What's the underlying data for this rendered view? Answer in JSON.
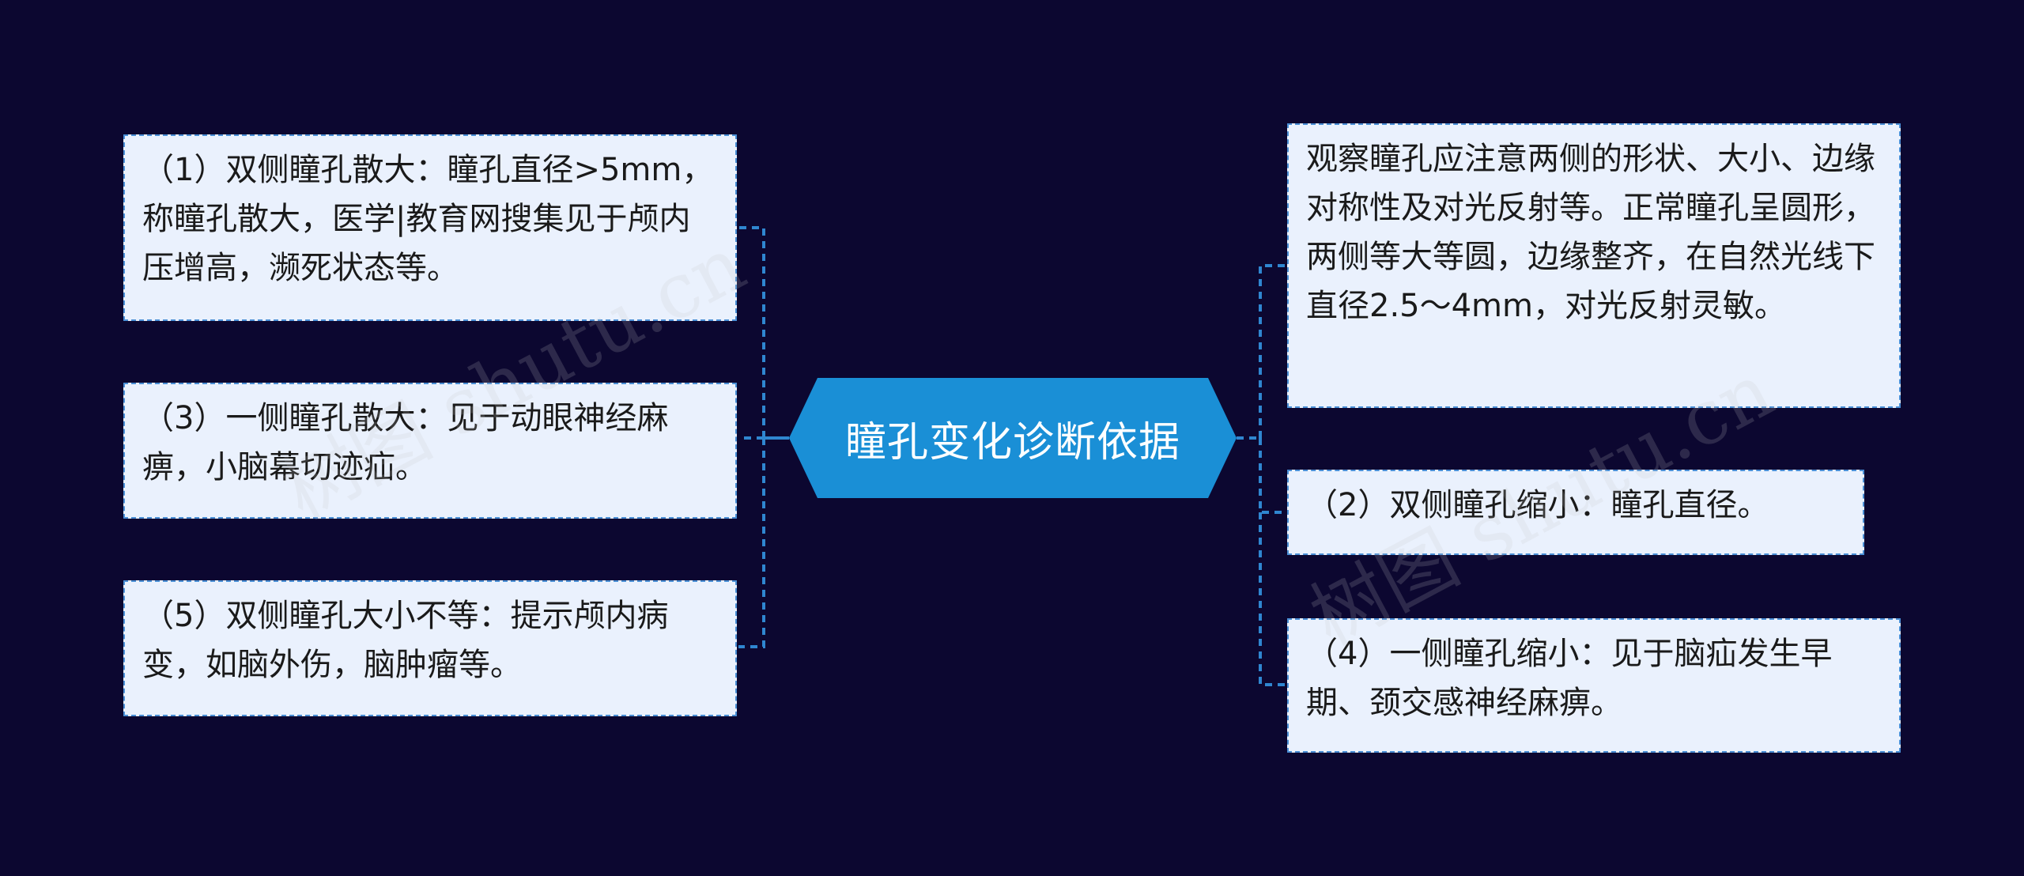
{
  "center": {
    "label": "瞳孔变化诊断依据"
  },
  "nodes": [
    {
      "id": "left-1",
      "text": "（1）双侧瞳孔散大：瞳孔直径>5mm，称瞳孔散大，医学|教育网搜集见于颅内压增高，濒死状态等。"
    },
    {
      "id": "left-2",
      "text": "（3）一侧瞳孔散大：见于动眼神经麻痹，小脑幕切迹疝。"
    },
    {
      "id": "left-3",
      "text": "（5）双侧瞳孔大小不等：提示颅内病变，如脑外伤，脑肿瘤等。"
    },
    {
      "id": "right-1",
      "text": "观察瞳孔应注意两侧的形状、大小、边缘对称性及对光反射等。正常瞳孔呈圆形，两侧等大等圆，边缘整齐，在自然光线下直径2.5～4mm，对光反射灵敏。"
    },
    {
      "id": "right-2",
      "text": "（2）双侧瞳孔缩小：瞳孔直径。"
    },
    {
      "id": "right-3",
      "text": "（4）一侧瞳孔缩小：见于脑疝发生早期、颈交感神经麻痹。"
    }
  ],
  "watermark": {
    "text": "树图 shutu.cn"
  },
  "colors": {
    "background": "#0c0730",
    "center_fill": "#1a8fd6",
    "node_fill": "#eaf1fd",
    "node_border": "#4a8fd6",
    "connector": "#2f86d0"
  }
}
